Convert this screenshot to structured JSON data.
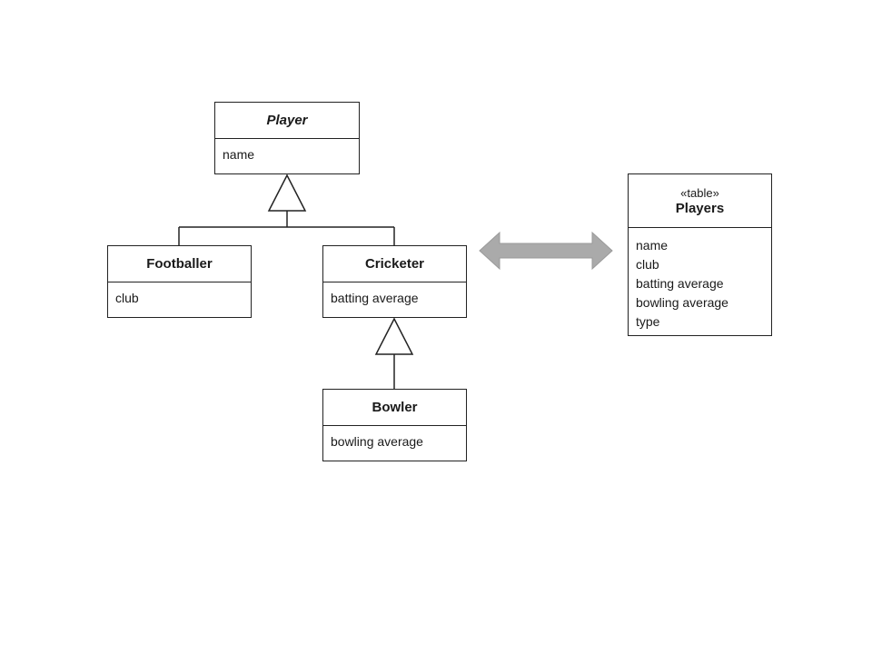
{
  "diagram": {
    "classes": {
      "player": {
        "name": "Player",
        "abstract": true,
        "attributes": [
          "name"
        ]
      },
      "footballer": {
        "name": "Footballer",
        "attributes": [
          "club"
        ]
      },
      "cricketer": {
        "name": "Cricketer",
        "attributes": [
          "batting average"
        ]
      },
      "bowler": {
        "name": "Bowler",
        "attributes": [
          "bowling average"
        ]
      },
      "players_table": {
        "stereotype": "«table»",
        "name": "Players",
        "attributes": [
          "name",
          "club",
          "batting average",
          "bowling average",
          "type"
        ]
      }
    },
    "relationships": [
      {
        "type": "generalization",
        "from": "Footballer",
        "to": "Player"
      },
      {
        "type": "generalization",
        "from": "Cricketer",
        "to": "Player"
      },
      {
        "type": "generalization",
        "from": "Bowler",
        "to": "Cricketer"
      },
      {
        "type": "mapping",
        "between": [
          "Player hierarchy",
          "Players"
        ]
      }
    ],
    "colors": {
      "line": "#222222",
      "mapping_arrow": "#aaaaaa",
      "background": "#ffffff"
    }
  }
}
